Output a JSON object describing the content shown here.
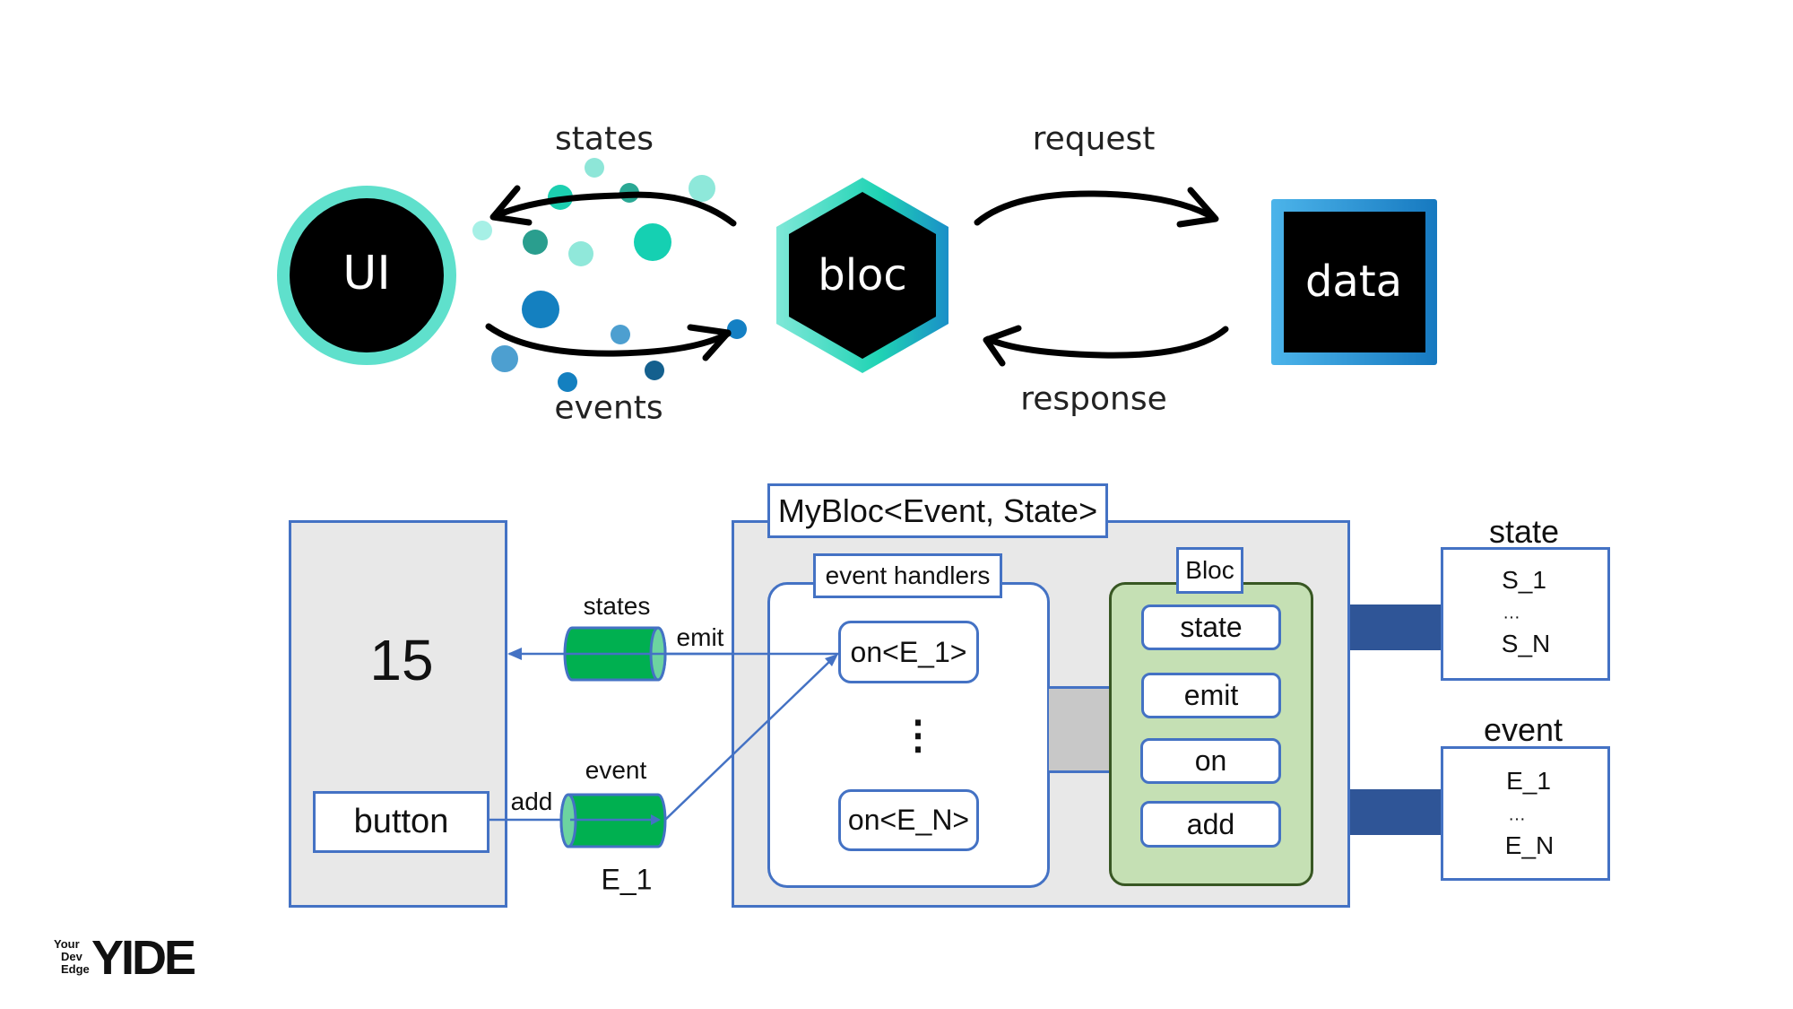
{
  "top_diagram": {
    "ui_label": "UI",
    "bloc_label": "bloc",
    "data_label": "data",
    "states_label": "states",
    "events_label": "events",
    "request_label": "request",
    "response_label": "response"
  },
  "bottom_diagram": {
    "widget": {
      "counter_value": "15",
      "button_label": "button"
    },
    "streams": {
      "states_label": "states",
      "emit_label": "emit",
      "event_label": "event",
      "add_label": "add",
      "event_item": "E_1"
    },
    "mybloc": {
      "title": "MyBloc<Event, State>",
      "event_handlers_label": "event handlers",
      "handlers": [
        "on<E_1>",
        "on<E_N>"
      ],
      "ellipsis": "⋮",
      "bloc_label": "Bloc",
      "bloc_members": [
        "state",
        "emit",
        "on",
        "add"
      ]
    },
    "state_types": {
      "heading": "state",
      "items": [
        "S_1",
        "…",
        "S_N"
      ]
    },
    "event_types": {
      "heading": "event",
      "items": [
        "E_1",
        "…",
        "E_N"
      ]
    }
  },
  "logo": {
    "tagline_lines": [
      "Your",
      "Dev",
      "Edge"
    ],
    "wordmark": "YIDE"
  },
  "colors": {
    "teal": "#1fd3b4",
    "blue": "#1e88d0",
    "box_border": "#4472c4",
    "stream_green": "#00b050",
    "bloc_green": "#c5e0b4",
    "dark_bar": "#2f5597"
  }
}
